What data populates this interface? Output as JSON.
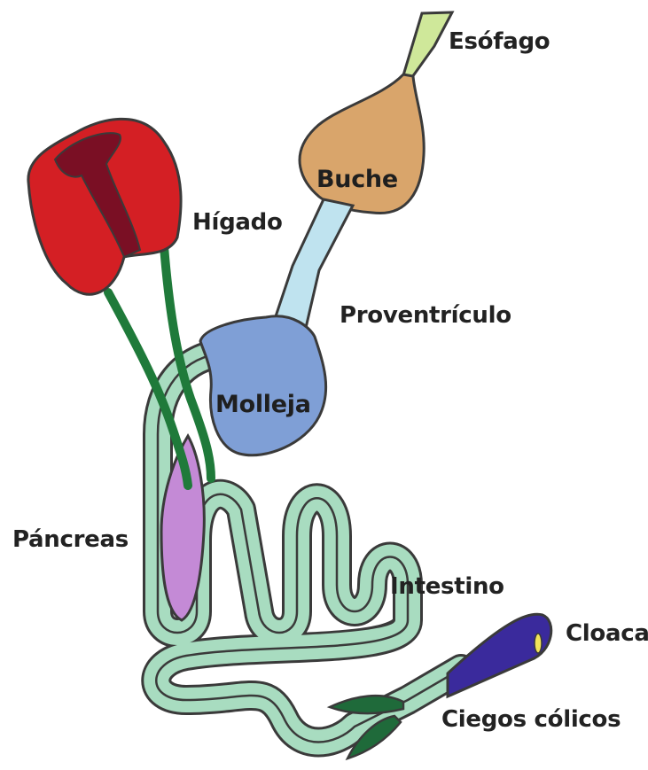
{
  "labels": {
    "esofago": "Esófago",
    "buche": "Buche",
    "higado": "Hígado",
    "proventriculo": "Proventrículo",
    "molleja": "Molleja",
    "pancreas": "Páncreas",
    "intestino": "Intestino",
    "cloaca": "Cloaca",
    "ciegos": "Ciegos cólicos"
  },
  "colors": {
    "outline": "#3a3a3a",
    "esofago": "#cfe89a",
    "buche": "#d9a56b",
    "proventriculo": "#bfe3ef",
    "molleja": "#7f9fd6",
    "higado": "#d41f24",
    "higado_dark": "#7a0f24",
    "bile_duct": "#1f7a3a",
    "pancreas": "#c48ad6",
    "intestino": "#a8dcc0",
    "cloaca": "#3a2a9c",
    "cloaca_opening": "#f2e35a",
    "ciegos": "#1f6a3a"
  }
}
